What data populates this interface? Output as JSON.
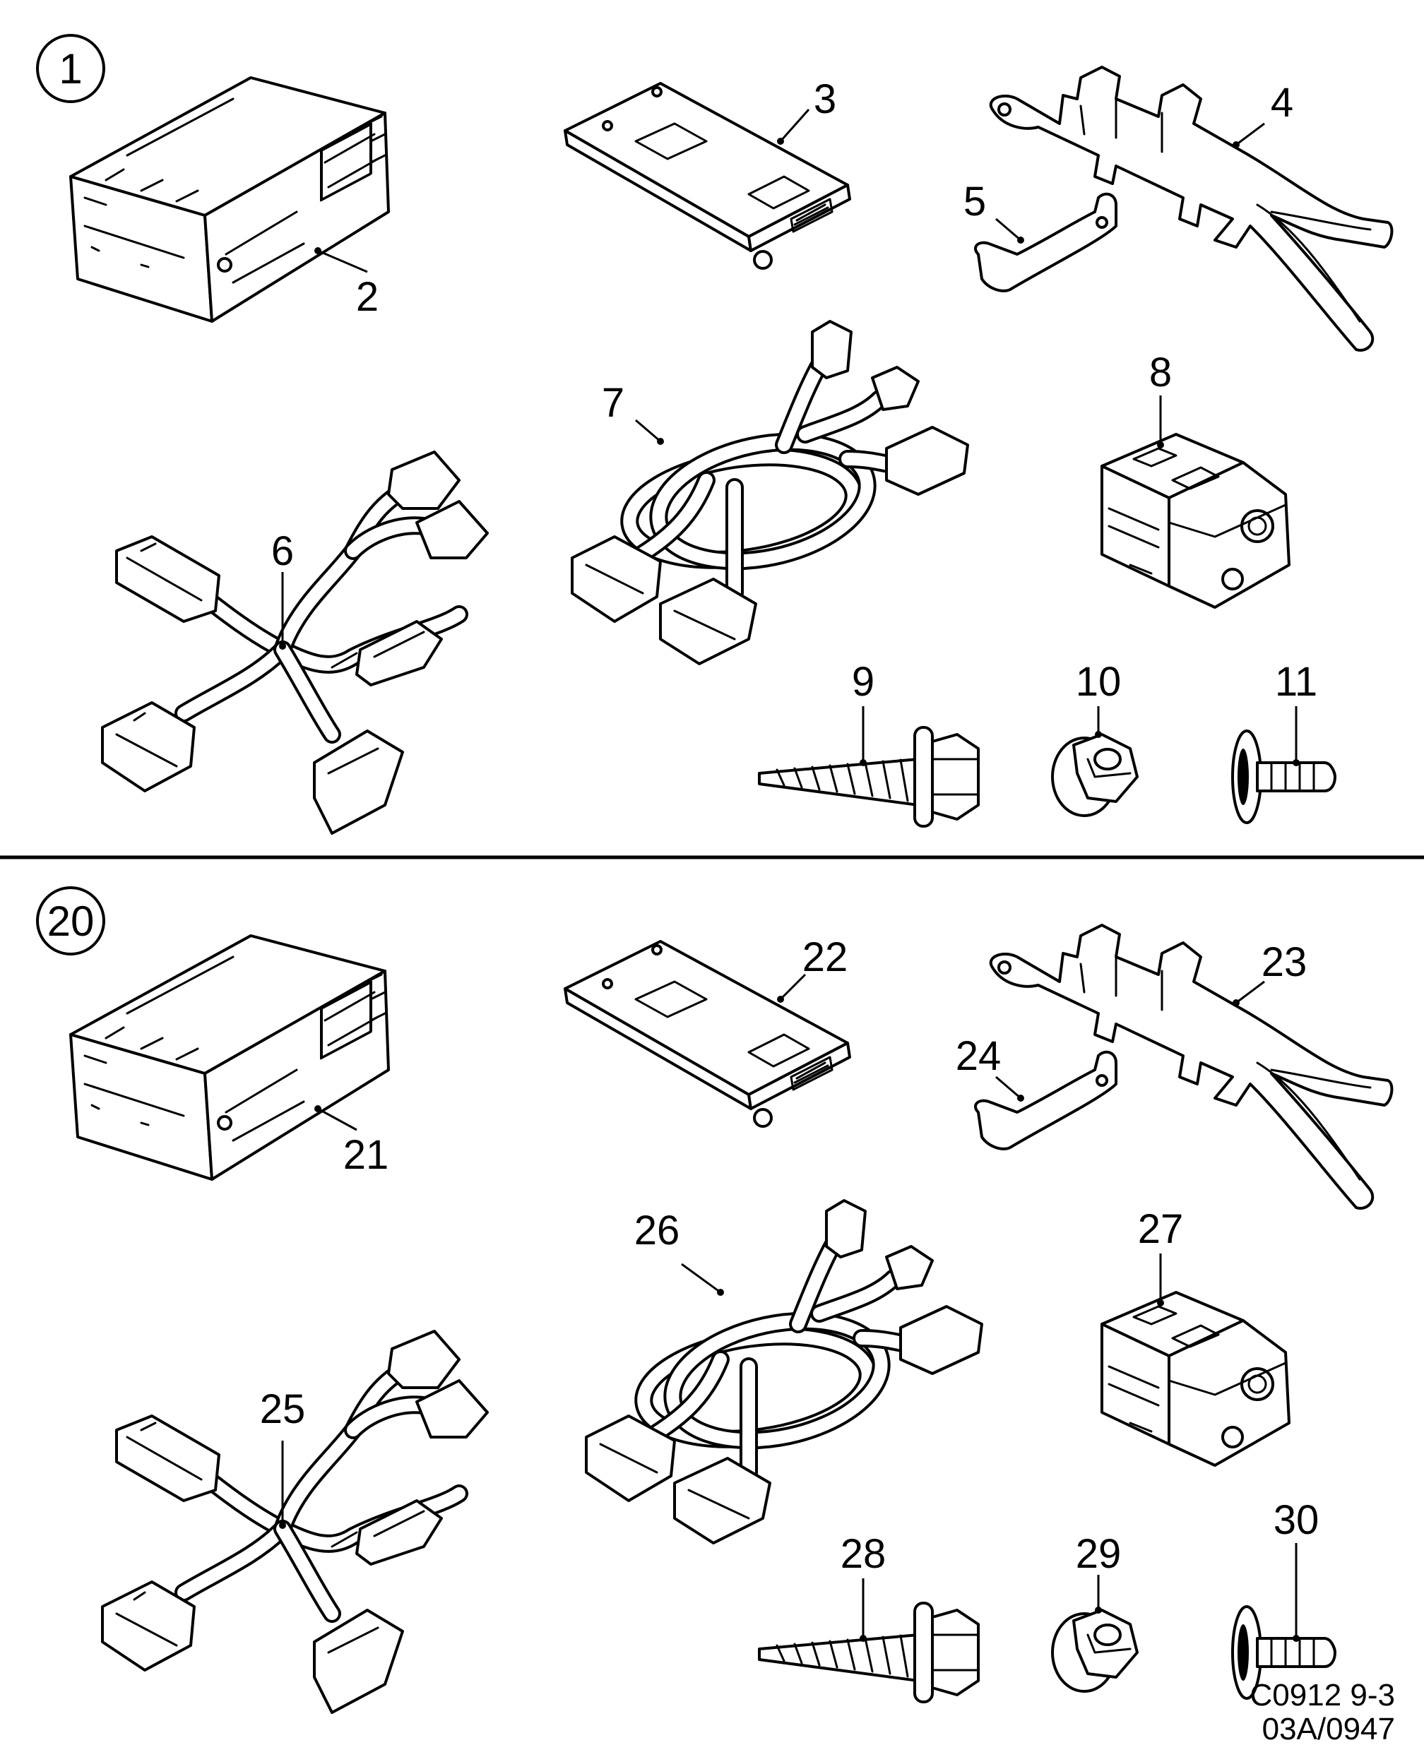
{
  "groups": [
    {
      "number": "1",
      "labels": [
        "2",
        "3",
        "4",
        "5",
        "6",
        "7",
        "8",
        "9",
        "10",
        "11"
      ]
    },
    {
      "number": "20",
      "labels": [
        "21",
        "22",
        "23",
        "24",
        "25",
        "26",
        "27",
        "28",
        "29",
        "30"
      ]
    }
  ],
  "reference": {
    "line1": "C0912 9-3",
    "line2": "03A/0947"
  }
}
